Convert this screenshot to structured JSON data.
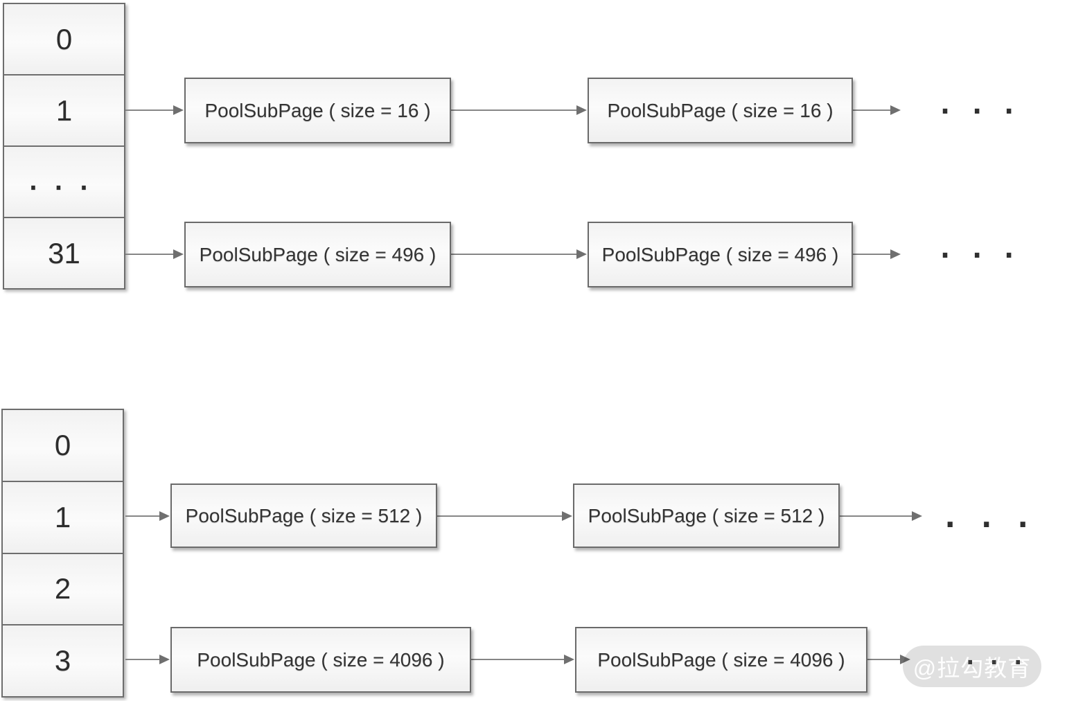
{
  "top_array": {
    "cells": [
      "0",
      "1",
      "...",
      "31"
    ]
  },
  "bottom_array": {
    "cells": [
      "0",
      "1",
      "2",
      "3"
    ]
  },
  "rows": [
    {
      "boxes": [
        "PoolSubPage ( size = 16 )",
        "PoolSubPage ( size = 16 )"
      ],
      "ellipsis": "..."
    },
    {
      "boxes": [
        "PoolSubPage ( size = 496 )",
        "PoolSubPage ( size = 496 )"
      ],
      "ellipsis": "..."
    },
    {
      "boxes": [
        "PoolSubPage ( size = 512 )",
        "PoolSubPage ( size = 512 )"
      ],
      "ellipsis": "..."
    },
    {
      "boxes": [
        "PoolSubPage ( size = 4096 )",
        "PoolSubPage ( size = 4096 )"
      ],
      "ellipsis": "..."
    }
  ],
  "watermark": {
    "label": "@拉勾教育"
  },
  "colors": {
    "box_border": "#6a6a6a",
    "box_fill_light": "#fbfbfb",
    "box_fill_dark": "#efefef",
    "arrow": "#6f6f6f",
    "text": "#333333",
    "watermark_bg": "#e2e2e2",
    "watermark_text": "#ffffff"
  }
}
